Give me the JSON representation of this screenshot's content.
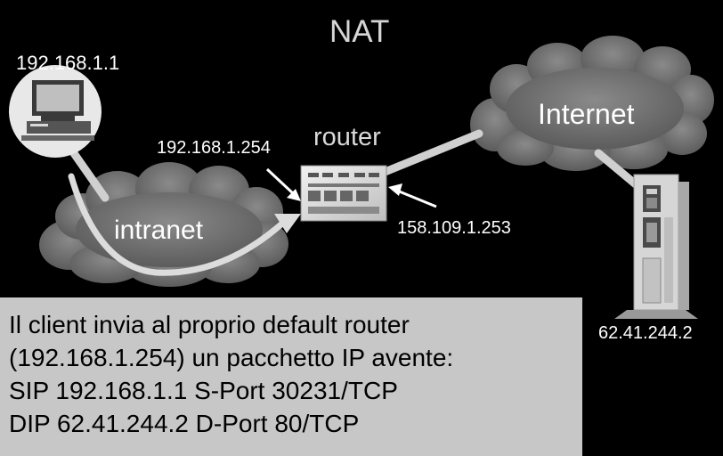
{
  "title": "NAT",
  "nodes": {
    "client_ip": "192.168.1.1",
    "router_lan_ip": "192.168.1.254",
    "router_label": "router",
    "router_wan_ip": "158.109.1.253",
    "internet_label": "Internet",
    "intranet_label": "intranet",
    "server_ip": "62.41.244.2"
  },
  "info": {
    "lines": [
      "Il client invia al proprio default router",
      "(192.168.1.254) un pacchetto IP avente:",
      "SIP 192.168.1.1   S-Port 30231/TCP",
      "DIP 62.41.244.2   D-Port 80/TCP"
    ]
  },
  "colors": {
    "background": "#000000",
    "cloud": "#6e6e6e",
    "link": "#d0d0d0",
    "info_box": "#c7c7c7"
  }
}
